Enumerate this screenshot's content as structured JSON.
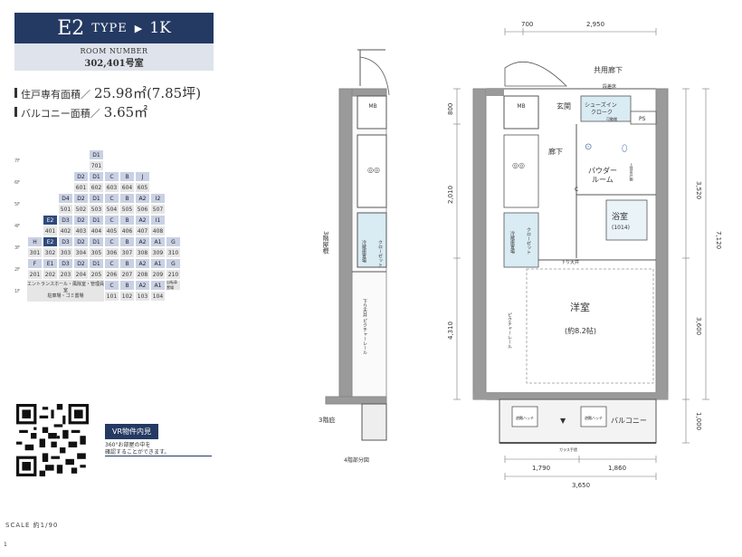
{
  "header": {
    "type_code": "E2",
    "type_label": "TYPE",
    "arrow": "▶",
    "layout": "1K"
  },
  "room_number": {
    "label": "ROOM NUMBER",
    "value": "302,401号室"
  },
  "areas": {
    "private_label": "住戸専有面積／",
    "private_value": "25.98㎡(7.85坪)",
    "balcony_label": "バルコニー面積／",
    "balcony_value": "3.65㎡"
  },
  "floor_table": {
    "floor_labels": [
      "7F",
      "6F",
      "5F",
      "4F",
      "3F",
      "2F",
      "1F"
    ],
    "rows": [
      {
        "cells": [
          {
            "t": "D1",
            "c": "blue",
            "col": 6
          }
        ]
      },
      {
        "cells": [
          {
            "t": "701",
            "c": "gray",
            "col": 6
          }
        ]
      },
      {
        "cells": [
          {
            "t": "D2",
            "c": "blue",
            "col": 5
          },
          {
            "t": "D1",
            "c": "blue",
            "col": 6
          },
          {
            "t": "C",
            "c": "blue",
            "col": 7
          },
          {
            "t": "B",
            "c": "blue",
            "col": 8
          },
          {
            "t": "J",
            "c": "blue",
            "col": 9
          }
        ]
      },
      {
        "cells": [
          {
            "t": "601",
            "c": "gray",
            "col": 5
          },
          {
            "t": "602",
            "c": "gray",
            "col": 6
          },
          {
            "t": "603",
            "c": "gray",
            "col": 7
          },
          {
            "t": "604",
            "c": "gray",
            "col": 8
          },
          {
            "t": "605",
            "c": "gray",
            "col": 9
          }
        ]
      },
      {
        "cells": [
          {
            "t": "D4",
            "c": "blue",
            "col": 4
          },
          {
            "t": "D2",
            "c": "blue",
            "col": 5
          },
          {
            "t": "D1",
            "c": "blue",
            "col": 6
          },
          {
            "t": "C",
            "c": "blue",
            "col": 7
          },
          {
            "t": "B",
            "c": "blue",
            "col": 8
          },
          {
            "t": "A2",
            "c": "blue",
            "col": 9
          },
          {
            "t": "I2",
            "c": "blue",
            "col": 10
          }
        ]
      },
      {
        "cells": [
          {
            "t": "501",
            "c": "gray",
            "col": 4
          },
          {
            "t": "502",
            "c": "gray",
            "col": 5
          },
          {
            "t": "503",
            "c": "gray",
            "col": 6
          },
          {
            "t": "504",
            "c": "gray",
            "col": 7
          },
          {
            "t": "505",
            "c": "gray",
            "col": 8
          },
          {
            "t": "506",
            "c": "gray",
            "col": 9
          },
          {
            "t": "507",
            "c": "gray",
            "col": 10
          }
        ]
      },
      {
        "cells": [
          {
            "t": "E2",
            "c": "sel",
            "col": 3
          },
          {
            "t": "D3",
            "c": "blue",
            "col": 4
          },
          {
            "t": "D2",
            "c": "blue",
            "col": 5
          },
          {
            "t": "D1",
            "c": "blue",
            "col": 6
          },
          {
            "t": "C",
            "c": "blue",
            "col": 7
          },
          {
            "t": "B",
            "c": "blue",
            "col": 8
          },
          {
            "t": "A2",
            "c": "blue",
            "col": 9
          },
          {
            "t": "I1",
            "c": "blue",
            "col": 10
          }
        ]
      },
      {
        "cells": [
          {
            "t": "401",
            "c": "gray",
            "col": 3
          },
          {
            "t": "402",
            "c": "gray",
            "col": 4
          },
          {
            "t": "403",
            "c": "gray",
            "col": 5
          },
          {
            "t": "404",
            "c": "gray",
            "col": 6
          },
          {
            "t": "405",
            "c": "gray",
            "col": 7
          },
          {
            "t": "406",
            "c": "gray",
            "col": 8
          },
          {
            "t": "407",
            "c": "gray",
            "col": 9
          },
          {
            "t": "408",
            "c": "gray",
            "col": 10
          }
        ]
      },
      {
        "cells": [
          {
            "t": "H",
            "c": "blue",
            "col": 2
          },
          {
            "t": "E2",
            "c": "sel",
            "col": 3
          },
          {
            "t": "D3",
            "c": "blue",
            "col": 4
          },
          {
            "t": "D2",
            "c": "blue",
            "col": 5
          },
          {
            "t": "D1",
            "c": "blue",
            "col": 6
          },
          {
            "t": "C",
            "c": "blue",
            "col": 7
          },
          {
            "t": "B",
            "c": "blue",
            "col": 8
          },
          {
            "t": "A2",
            "c": "blue",
            "col": 9
          },
          {
            "t": "A1",
            "c": "blue",
            "col": 10
          },
          {
            "t": "G",
            "c": "blue",
            "col": 11
          }
        ]
      },
      {
        "cells": [
          {
            "t": "301",
            "c": "gray",
            "col": 2
          },
          {
            "t": "302",
            "c": "gray",
            "col": 3
          },
          {
            "t": "303",
            "c": "gray",
            "col": 4
          },
          {
            "t": "304",
            "c": "gray",
            "col": 5
          },
          {
            "t": "305",
            "c": "gray",
            "col": 6
          },
          {
            "t": "306",
            "c": "gray",
            "col": 7
          },
          {
            "t": "307",
            "c": "gray",
            "col": 8
          },
          {
            "t": "308",
            "c": "gray",
            "col": 9
          },
          {
            "t": "309",
            "c": "gray",
            "col": 10
          },
          {
            "t": "310",
            "c": "gray",
            "col": 11
          }
        ]
      },
      {
        "cells": [
          {
            "t": "F",
            "c": "blue",
            "col": 2
          },
          {
            "t": "E1",
            "c": "blue",
            "col": 3
          },
          {
            "t": "D3",
            "c": "blue",
            "col": 4
          },
          {
            "t": "D2",
            "c": "blue",
            "col": 5
          },
          {
            "t": "D1",
            "c": "blue",
            "col": 6
          },
          {
            "t": "C",
            "c": "blue",
            "col": 7
          },
          {
            "t": "B",
            "c": "blue",
            "col": 8
          },
          {
            "t": "A2",
            "c": "blue",
            "col": 9
          },
          {
            "t": "A1",
            "c": "blue",
            "col": 10
          },
          {
            "t": "G",
            "c": "blue",
            "col": 11
          }
        ]
      },
      {
        "cells": [
          {
            "t": "201",
            "c": "gray",
            "col": 2
          },
          {
            "t": "202",
            "c": "gray",
            "col": 3
          },
          {
            "t": "203",
            "c": "gray",
            "col": 4
          },
          {
            "t": "204",
            "c": "gray",
            "col": 5
          },
          {
            "t": "205",
            "c": "gray",
            "col": 6
          },
          {
            "t": "206",
            "c": "gray",
            "col": 7
          },
          {
            "t": "207",
            "c": "gray",
            "col": 8
          },
          {
            "t": "208",
            "c": "gray",
            "col": 9
          },
          {
            "t": "209",
            "c": "gray",
            "col": 10
          },
          {
            "t": "210",
            "c": "gray",
            "col": 11
          }
        ]
      },
      {
        "cells": [
          {
            "t": "C",
            "c": "blue",
            "col": 7
          },
          {
            "t": "B",
            "c": "blue",
            "col": 8
          },
          {
            "t": "A2",
            "c": "blue",
            "col": 9
          },
          {
            "t": "A1",
            "c": "blue",
            "col": 10
          },
          {
            "t": "自転車置場",
            "c": "gray",
            "col": 11
          }
        ]
      },
      {
        "cells": [
          {
            "t": "101",
            "c": "gray",
            "col": 7
          },
          {
            "t": "102",
            "c": "gray",
            "col": 8
          },
          {
            "t": "103",
            "c": "gray",
            "col": 9
          },
          {
            "t": "104",
            "c": "gray",
            "col": 10
          }
        ]
      }
    ],
    "ground_note": "エントランスホール・風除室・管理員室\n駐車場・ゴミ置場"
  },
  "vr": {
    "button": "VR物件内見",
    "text1": "360°お部屋の中を",
    "text2": "確認することができます。"
  },
  "scale": "SCALE 約1/90",
  "page_number": "1",
  "plan": {
    "common_corridor": "共用廊下",
    "entrance": "玄関",
    "corridor": "廊下",
    "shoes_in_closet": "シューズイン\nクローク",
    "movable_shelf": "可動棚",
    "ps": "PS",
    "powder_room": "パウダー\nルーム",
    "bathroom": "浴室",
    "bath_size": "(1014)",
    "western_room": "洋室",
    "western_size": "(約8.2帖)",
    "balcony": "バルコニー",
    "closet": "クローゼット",
    "fridge": "冷蔵庫\n置場",
    "washer": "洗濯機\n置場",
    "mb": "MB",
    "lower_ceiling": "下り天井",
    "picture_rail": "ピクチャーレール",
    "third_floor_roof": "3\n階\n屋\n根",
    "third_floor_eave": "3階庇",
    "fourth_floor_note": "4階部分図",
    "evac_hatch": "避難ハッチ\n(上階)",
    "evac_hatch2": "避難ハッチ\n(上階)",
    "glass_rail": "ガラス手摺",
    "step_floor": "段差床",
    "upper_shelf": "上部吊戸棚",
    "dims_top": [
      "700",
      "2,950"
    ],
    "dims_left": [
      "800",
      "2,010",
      "4,310"
    ],
    "dims_right": [
      "3,520",
      "7,120",
      "3,600",
      "1,000"
    ],
    "dims_bottom": [
      "1,790",
      "1,860",
      "3,650"
    ],
    "balcony_ac": "C"
  }
}
